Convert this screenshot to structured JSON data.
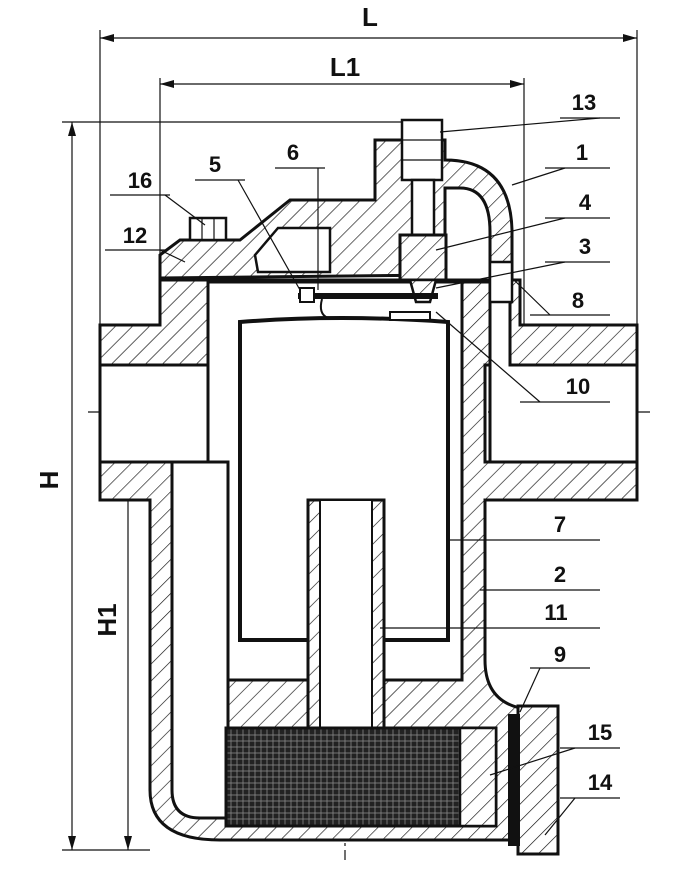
{
  "dimensions": {
    "L": "L",
    "L1": "L1",
    "H": "H",
    "H1": "H1"
  },
  "callouts": {
    "c1": "1",
    "c2": "2",
    "c3": "3",
    "c4": "4",
    "c5": "5",
    "c6": "6",
    "c7": "7",
    "c8": "8",
    "c9": "9",
    "c10": "10",
    "c11": "11",
    "c12": "12",
    "c13": "13",
    "c14": "14",
    "c15": "15",
    "c16": "16"
  },
  "colors": {
    "ink": "#111111",
    "background": "#ffffff"
  }
}
